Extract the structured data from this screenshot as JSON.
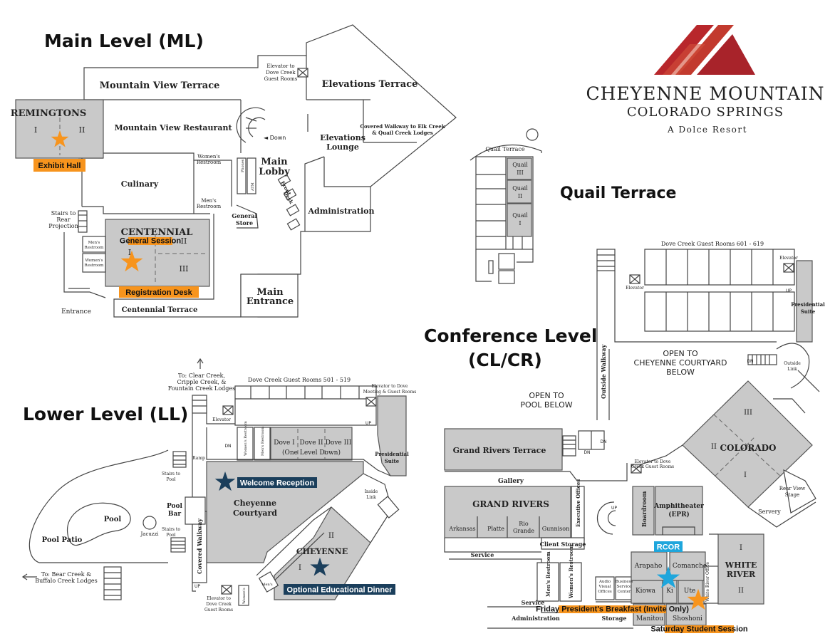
{
  "brand": {
    "name_line1": "CHEYENNE MOUNTAIN",
    "name_line2": "COLORADO SPRINGS",
    "tagline": "A Dolce Resort",
    "logo_color": "#b8272b"
  },
  "levels": {
    "main": "Main Level (ML)",
    "quail": "Quail Terrace",
    "conference_1": "Conference Level",
    "conference_2": "(CL/CR)",
    "lower": "Lower Level (LL)"
  },
  "main_level": {
    "mountain_view_terrace": "Mountain View Terrace",
    "elevator_dove_1": "Elevator to",
    "elevator_dove_2": "Dove Creek",
    "elevator_dove_3": "Guest Rooms",
    "elevations_terrace": "Elevations Terrace",
    "remingtons": "REMINGTONS",
    "rem_i": "I",
    "rem_ii": "II",
    "mountain_view_restaurant": "Mountain View Restaurant",
    "down": "◄ Down",
    "elevations_lounge_1": "Elevations",
    "elevations_lounge_2": "Lounge",
    "covered_walkway_1": "Covered Walkway to Elk Creek",
    "covered_walkway_2": "& Quail Creek Lodges",
    "womens_restroom_1": "Women's",
    "womens_restroom_2": "Restroom",
    "main_lobby_1": "Main",
    "main_lobby_2": "Lobby",
    "phones": "Phones",
    "atm": "ATM",
    "front_desk_1": "Front",
    "front_desk_2": "Desk",
    "culinary": "Culinary",
    "mens_restroom_1": "Men's",
    "mens_restroom_2": "Restroom",
    "administration": "Administration",
    "general_store_1": "General",
    "general_store_2": "Store",
    "stairs_1": "Stairs to",
    "stairs_2": "Rear",
    "stairs_3": "Projection",
    "centennial": "CENTENNIAL",
    "cen_i": "I",
    "cen_ii": "II",
    "cen_iii": "III",
    "cen_mens_1": "Men's",
    "cen_mens_2": "Restroom",
    "cen_womens_1": "Women's",
    "cen_womens_2": "Restroom",
    "entrance": "Entrance",
    "centennial_terrace": "Centennial Terrace",
    "main_entrance_1": "Main",
    "main_entrance_2": "Entrance"
  },
  "quail_terrace": {
    "label": "Quail Terrace",
    "quail_iii_1": "Quail",
    "quail_iii_2": "III",
    "quail_ii_1": "Quail",
    "quail_ii_2": "II",
    "quail_i_1": "Quail",
    "quail_i_2": "I"
  },
  "lower_level": {
    "to_clear_creek_1": "To: Clear Creek,",
    "to_clear_creek_2": "Cripple Creek, &",
    "to_clear_creek_3": "Fountain Creek Lodges",
    "dove_creek_rooms": "Dove Creek Guest Rooms 501 - 519",
    "elevator_dove_meeting_1": "Elevator to Dove",
    "elevator_dove_meeting_2": "Meeting & Guest Rooms",
    "elevator": "Elevator",
    "up": "UP",
    "dn": "DN",
    "womens_restroom": "Women's Restroom",
    "mens_restroom": "Men's Restroom",
    "dove_i": "Dove I",
    "dove_ii": "Dove II",
    "dove_iii": "Dove III",
    "one_level_down": "(One Level Down)",
    "presidential_suite_1": "Presidential",
    "presidential_suite_2": "Suite",
    "ramp": "Ramp",
    "stairs_pool_1": "Stairs to",
    "stairs_pool_2": "Pool",
    "pool_bar_1": "Pool",
    "pool_bar_2": "Bar",
    "cheyenne_courtyard_1": "Cheyenne",
    "cheyenne_courtyard_2": "Courtyard",
    "inside_link_1": "Inside",
    "inside_link_2": "Link",
    "pool": "Pool",
    "jacuzzi": "Jacuzzi",
    "pool_patio": "Pool Patio",
    "covered_walkway": "Covered Walkway",
    "cheyenne": "CHEYENNE",
    "cheyenne_i": "I",
    "cheyenne_ii": "II",
    "to_bear_creek_1": "To: Bear Creek &",
    "to_bear_creek_2": "Buffalo Creek Lodges",
    "elevator_bottom_1": "Elevator to",
    "elevator_bottom_2": "Dove Creek",
    "elevator_bottom_3": "Guest Rooms",
    "mens": "Men's",
    "womens": "Women's"
  },
  "conference_level": {
    "dove_creek_rooms": "Dove Creek Guest Rooms 601 - 619",
    "elevator": "Elevator",
    "up": "UP",
    "dn": "DN",
    "presidential_suite_1": "Presidential",
    "presidential_suite_2": "Suite",
    "open_courtyard_1": "OPEN TO",
    "open_courtyard_2": "CHEYENNE COURTYARD",
    "open_courtyard_3": "BELOW",
    "outside_walkway": "Outside Walkway",
    "outside_link_1": "Outside",
    "outside_link_2": "Link",
    "open_pool_1": "OPEN TO",
    "open_pool_2": "POOL BELOW",
    "grand_rivers_terrace": "Grand Rivers Terrace",
    "gallery": "Gallery",
    "grand_rivers": "GRAND RIVERS",
    "arkansas": "Arkansas",
    "platte": "Platte",
    "rio_grande_1": "Rio",
    "rio_grande_2": "Grande",
    "gunnison": "Gunnison",
    "executive_offices": "Executive Offices",
    "client_storage": "Client Storage",
    "service": "Service",
    "elevator_dove_1": "Elevator to Dove",
    "elevator_dove_2": "Creek Guest Rooms",
    "colorado": "COLORADO",
    "col_i": "I",
    "col_ii": "II",
    "col_iii": "III",
    "rear_view_stage_1": "Rear View",
    "rear_view_stage_2": "Stage",
    "servery": "Servery",
    "boardroom": "Boardroom",
    "amphitheater_1": "Amphitheater",
    "amphitheater_2": "(EPR)",
    "mens_restroom": "Men's Restroom",
    "womens_restroom": "Women's Restroom",
    "av_offices_1": "Audio",
    "av_offices_2": "Visual",
    "av_offices_3": "Offices",
    "business_center_1": "Business",
    "business_center_2": "Service",
    "business_center_3": "Center",
    "arapaho": "Arapaho",
    "comanche": "Comanche",
    "kiowa": "Kiowa",
    "ki": "Ki",
    "ute": "Ute",
    "white_river_office": "White River Office",
    "white_river_1": "WHITE",
    "white_river_2": "RIVER",
    "wr_i": "I",
    "wr_ii": "II",
    "administration": "Administration",
    "storage": "Storage",
    "manitou": "Manitou",
    "shoshoni": "Shoshoni"
  },
  "events": [
    {
      "id": "exhibit-hall",
      "label": "Exhibit Hall",
      "color": "#f7941d",
      "marker": "orange-star"
    },
    {
      "id": "general-session",
      "label": "General Session",
      "color": "#f7941d",
      "marker": "orange-star"
    },
    {
      "id": "registration-desk",
      "label": "Registration Desk",
      "color": "#f7941d",
      "marker": "none"
    },
    {
      "id": "welcome-reception",
      "label": "Welcome Reception",
      "color": "#1b3f5c",
      "marker": "navy-star"
    },
    {
      "id": "educational-dinner",
      "label": "Optional Educational Dinner",
      "color": "#1b3f5c",
      "marker": "navy-star"
    },
    {
      "id": "rcor",
      "label": "RCOR",
      "color": "#1ea6dc",
      "marker": "blue-star"
    },
    {
      "id": "presidents-breakfast",
      "label": "Friday President's Breakfast (Invite Only)",
      "color": "#f7941d",
      "marker": "none"
    },
    {
      "id": "student-session",
      "label": "Saturday Student Session",
      "color": "#f7941d",
      "marker": "orange-star"
    }
  ]
}
